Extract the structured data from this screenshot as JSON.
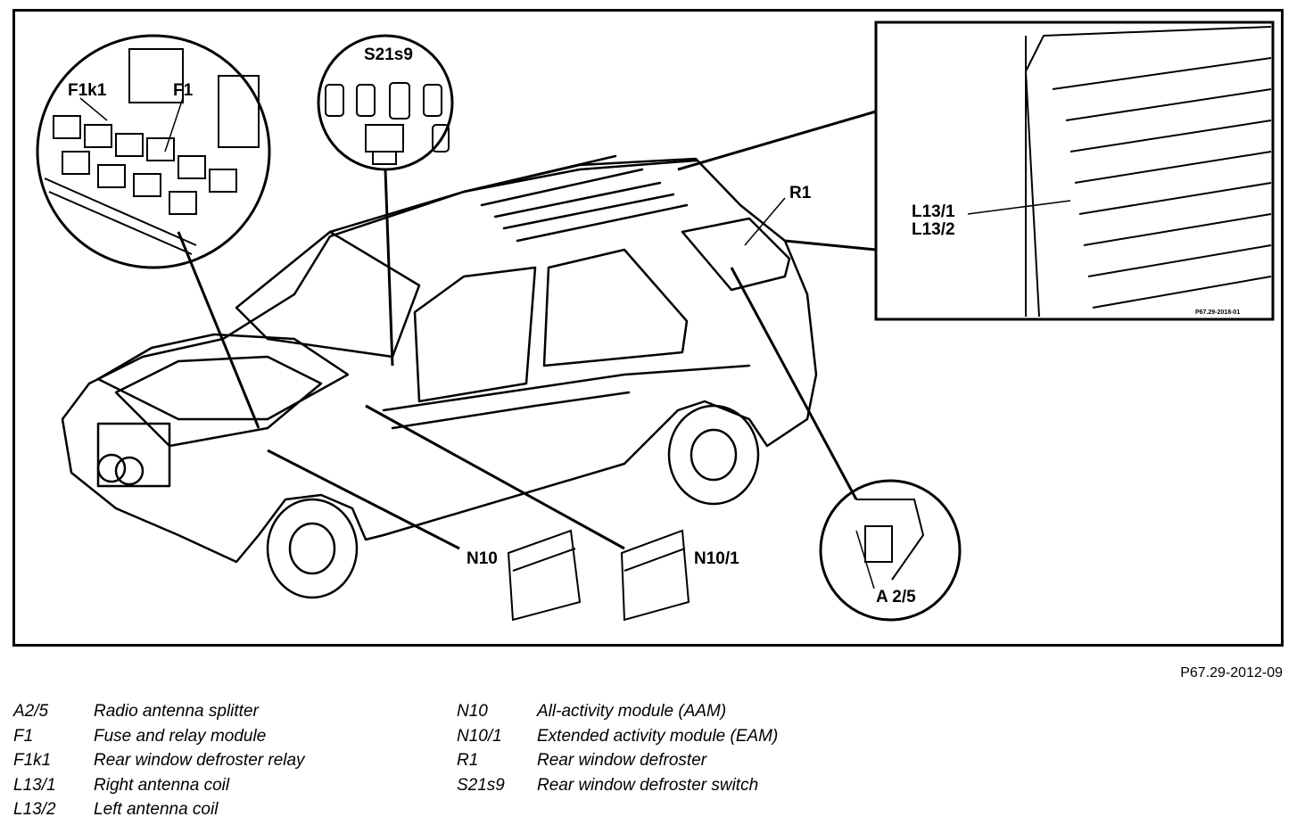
{
  "figure_id": "P67.29-2012-09",
  "inset_code": "P67.29-2018-01",
  "callouts": {
    "f1k1": "F1k1",
    "f1": "F1",
    "s21s9": "S21s9",
    "r1": "R1",
    "l13_1": "L13/1",
    "l13_2": "L13/2",
    "n10": "N10",
    "n10_1": "N10/1",
    "a2_5": "A 2/5"
  },
  "legend_left": [
    {
      "code": "A2/5",
      "desc": "Radio antenna splitter"
    },
    {
      "code": "F1",
      "desc": "Fuse and relay module"
    },
    {
      "code": "F1k1",
      "desc": "Rear window defroster relay"
    },
    {
      "code": "L13/1",
      "desc": "Right antenna coil"
    },
    {
      "code": "L13/2",
      "desc": "Left antenna coil"
    }
  ],
  "legend_right": [
    {
      "code": "N10",
      "desc": "All-activity module (AAM)"
    },
    {
      "code": "N10/1",
      "desc": "Extended activity module (EAM)"
    },
    {
      "code": "R1",
      "desc": "Rear window defroster"
    },
    {
      "code": "S21s9",
      "desc": "Rear window defroster switch"
    }
  ]
}
